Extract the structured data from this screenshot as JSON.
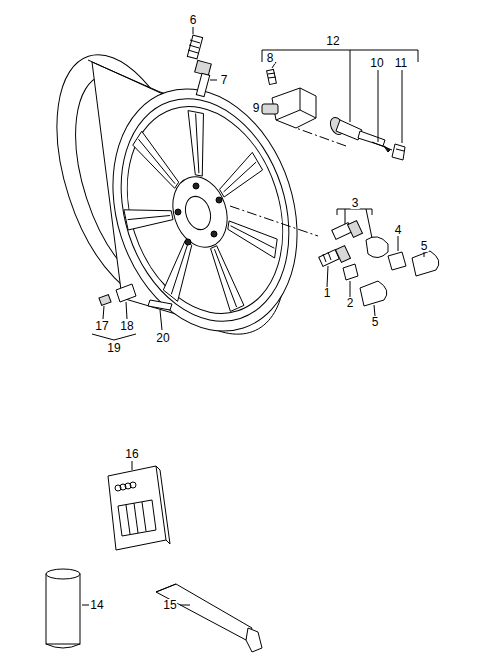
{
  "diagram": {
    "labels": [
      "6",
      "7",
      "12",
      "8",
      "10",
      "11",
      "9",
      "3",
      "4",
      "5",
      "1",
      "2",
      "5",
      "17",
      "18",
      "19",
      "20",
      "16",
      "14",
      "15"
    ]
  }
}
